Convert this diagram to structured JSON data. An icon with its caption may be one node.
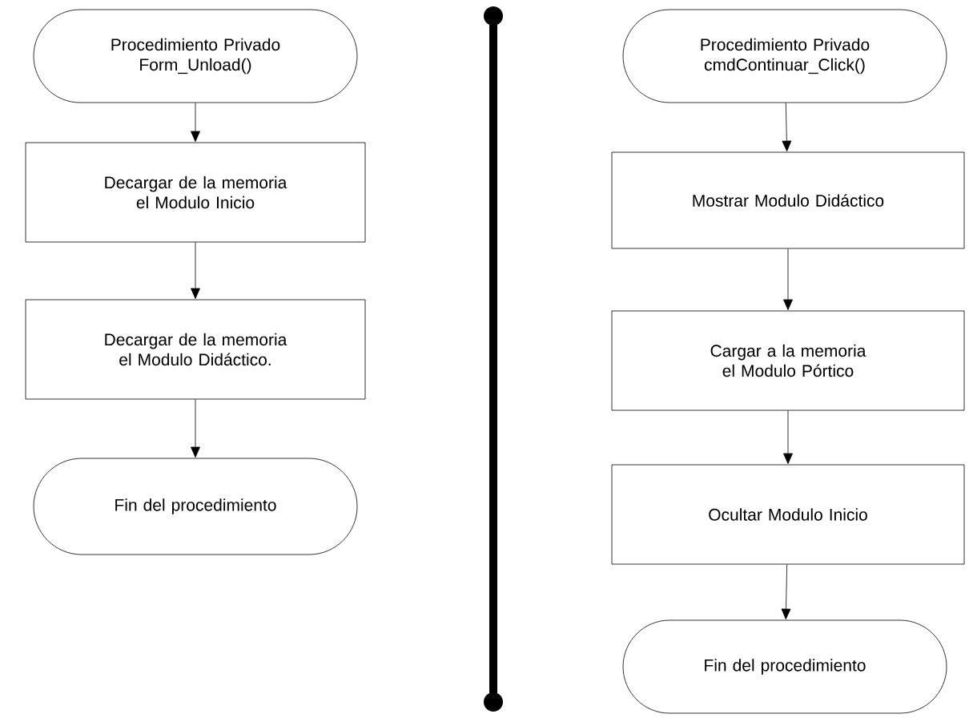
{
  "diagram": {
    "nodes": [
      {
        "text": [
          "Procedimiento Privado Form_Unload()"
        ]
      },
      {
        "text": [
          "Decargar de la memoria el Modulo Inicio"
        ]
      },
      {
        "text": [
          "Decargar de la memoria el Modulo Didáctico."
        ]
      },
      {
        "text": [
          "Fin del procedimiento"
        ]
      },
      {
        "text": [
          "Procedimiento Privado cmdContinuar_Click()"
        ]
      },
      {
        "text": [
          "Mostrar Modulo Didáctico"
        ]
      },
      {
        "text": [
          "Cargar a la memoria el Modulo Pórtico"
        ]
      },
      {
        "text": [
          "Ocultar Modulo Inicio"
        ]
      },
      {
        "text": [
          "Fin del procedimiento"
        ]
      }
    ],
    "edges": [
      {
        "from": 0,
        "to": 1,
        "arrow": "to"
      },
      {
        "from": 1,
        "to": 2,
        "arrow": "to"
      },
      {
        "from": 2,
        "to": 3,
        "arrow": "to"
      },
      {
        "from": 4,
        "to": 5,
        "arrow": "to"
      },
      {
        "from": 5,
        "to": 6,
        "arrow": "to"
      },
      {
        "from": 6,
        "to": 7,
        "arrow": "to"
      },
      {
        "from": 7,
        "to": 8,
        "arrow": "to"
      }
    ]
  }
}
